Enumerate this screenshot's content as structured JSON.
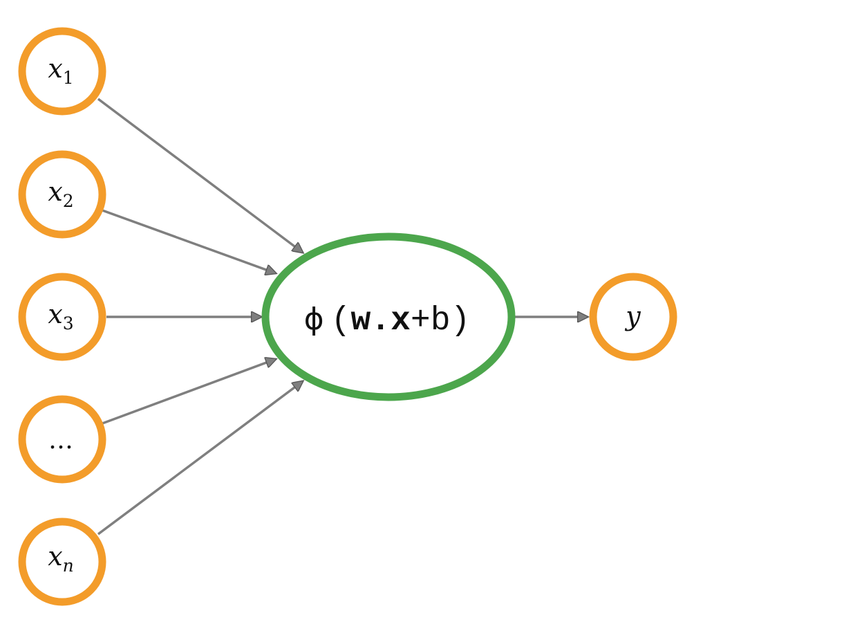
{
  "colors": {
    "input_stroke": "#F39C2A",
    "neuron_stroke": "#4CA64C",
    "edge": "#7F7F7F",
    "text": "#111111",
    "background": "#FFFFFF"
  },
  "inputs": [
    {
      "base": "x",
      "sub": "1"
    },
    {
      "base": "x",
      "sub": "2"
    },
    {
      "base": "x",
      "sub": "3"
    },
    {
      "base": "…",
      "sub": ""
    },
    {
      "base": "x",
      "sub": "n"
    }
  ],
  "neuron": {
    "phi": "ϕ",
    "open_paren": "(",
    "w": "w",
    "dot": ".",
    "x": "x",
    "plus_b": "+b",
    "close_paren": ")"
  },
  "output": {
    "label": "y"
  }
}
